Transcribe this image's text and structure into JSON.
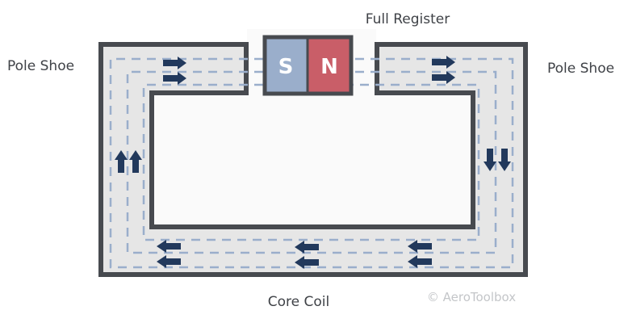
{
  "labels": {
    "top": "Full Register",
    "left": "Pole Shoe",
    "right": "Pole Shoe",
    "bottom": "Core Coil",
    "credit": "© AeroToolbox"
  },
  "magnet": {
    "south": {
      "label": "S",
      "color": "#9aaecb"
    },
    "north": {
      "label": "N",
      "color": "#c95e68"
    }
  },
  "colors": {
    "frame_stroke": "#474a4f",
    "core_fill": "#e6e6e6",
    "cutout_fill": "#fafafa",
    "flux_line": "#9aaecb",
    "arrow": "#22395c"
  },
  "flux_arrows": {
    "top_left": "right-arrow",
    "top_right": "right-arrow",
    "left_side": "up-arrow",
    "right_side": "down-arrow",
    "bottom": "left-arrow"
  }
}
